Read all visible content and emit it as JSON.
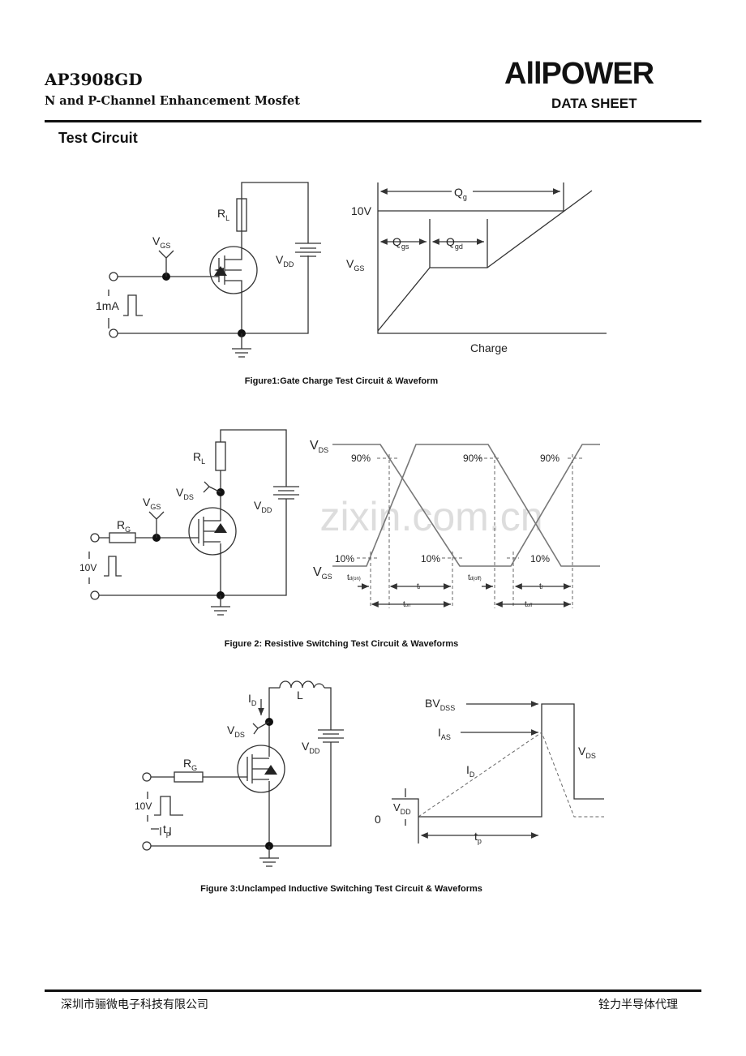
{
  "header": {
    "part_number": "AP3908GD",
    "subtitle": "N and P-Channel Enhancement Mosfet",
    "logo": "AllPOWER",
    "doc_type": "DATA SHEET"
  },
  "section_title": "Test Circuit",
  "fig1": {
    "caption": "Figure1:Gate Charge Test Circuit & Waveform",
    "rl": [
      "R",
      "L"
    ],
    "vgs": [
      "V",
      "GS"
    ],
    "vdd": [
      "V",
      "DD"
    ],
    "pulse": "1mA",
    "v10": "10V",
    "qg": [
      "Q",
      "g"
    ],
    "qgs": [
      "Q",
      "gs"
    ],
    "qgd": [
      "Q",
      "gd"
    ],
    "vgs_axis": [
      "V",
      "GS"
    ],
    "xlabel": "Charge"
  },
  "fig2": {
    "caption": "Figure 2: Resistive Switching Test Circuit & Waveforms",
    "rl": [
      "R",
      "L"
    ],
    "rg": [
      "R",
      "G"
    ],
    "vgs": [
      "V",
      "GS"
    ],
    "vds": [
      "V",
      "DS"
    ],
    "vdd": [
      "V",
      "DD"
    ],
    "pulse": "10V",
    "w_vds": [
      "V",
      "DS"
    ],
    "w_vgs": [
      "V",
      "GS"
    ],
    "p90": "90%",
    "p10": "10%",
    "tdon": [
      "t",
      "d(on)"
    ],
    "tr": [
      "t",
      "r"
    ],
    "ton": [
      "t",
      "on"
    ],
    "tdoff": [
      "t",
      "d(off)"
    ],
    "tf": [
      "t",
      "f"
    ],
    "toff": [
      "t",
      "off"
    ],
    "watermark": "zixin.com.cn"
  },
  "fig3": {
    "caption": "Figure 3:Unclamped Inductive Switching Test Circuit & Waveforms",
    "id": [
      "I",
      "D"
    ],
    "l": "L",
    "vds": [
      "V",
      "DS"
    ],
    "vdd": [
      "V",
      "DD"
    ],
    "rg": [
      "R",
      "G"
    ],
    "pulse": "10V",
    "tp": [
      "t",
      "p"
    ],
    "bvdss": [
      "BV",
      "DSS"
    ],
    "ias": [
      "I",
      "AS"
    ],
    "w_id": [
      "I",
      "D"
    ],
    "w_vds": [
      "V",
      "DS"
    ],
    "w_vdd": [
      "V",
      "DD"
    ],
    "zero": "0",
    "w_tp": [
      "t",
      "p"
    ]
  },
  "footer": {
    "left": "深圳市骊微电子科技有限公司",
    "right": "铨力半导体代理"
  }
}
